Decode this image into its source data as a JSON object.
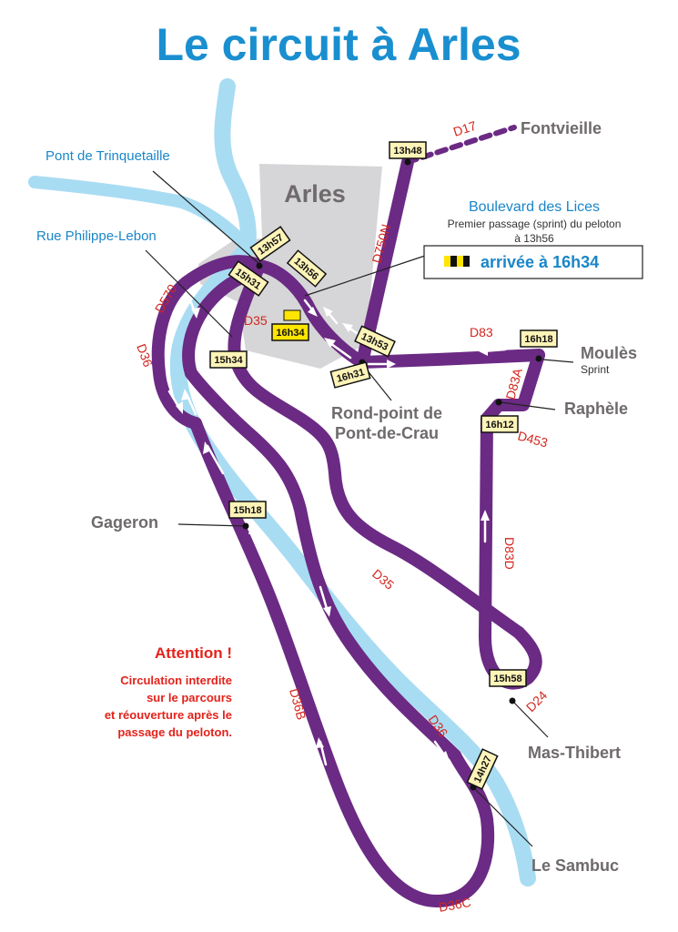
{
  "title": "Le circuit à Arles",
  "city": "Arles",
  "places": {
    "fontvieille": "Fontvieille",
    "moules": "Moulès",
    "moules_sub": "Sprint",
    "raphele": "Raphèle",
    "rond_point_line1": "Rond-point de",
    "rond_point_line2": "Pont-de-Crau",
    "gageron": "Gageron",
    "mas_thibert": "Mas-Thibert",
    "le_sambuc": "Le Sambuc",
    "pont_trinquetaille": "Pont de Trinquetaille",
    "rue_philippe_lebon": "Rue Philippe-Lebon"
  },
  "boulevard": {
    "title": "Boulevard des Lices",
    "line1": "Premier passage (sprint) du peloton",
    "line2": "à 13h56",
    "finish": "arrivée à 16h34"
  },
  "roads": {
    "d17": "D17",
    "d750n": "D750N",
    "d83": "D83",
    "d83a": "D83A",
    "d453": "D453",
    "d83d": "D83D",
    "d35_a": "D35",
    "d35_b": "D35",
    "d570": "D570",
    "d36_a": "D36",
    "d36_b": "D36",
    "d36b": "D36B",
    "d36c": "D36C",
    "d24": "D24"
  },
  "times": {
    "t1348": "13h48",
    "t1357": "13h57",
    "t1531": "15h31",
    "t1356": "13h56",
    "t1634": "16h34",
    "t1353": "13h53",
    "t1631": "16h31",
    "t1534": "15h34",
    "t1618": "16h18",
    "t1612": "16h12",
    "t1518": "15h18",
    "t1558": "15h58",
    "t1427": "14h27"
  },
  "attention": {
    "title": "Attention !",
    "line1": "Circulation interdite",
    "line2": "sur le parcours",
    "line3": "et réouverture après le",
    "line4": "passage du peloton."
  },
  "colors": {
    "route": "#6b2a84",
    "river": "#a8dcf2",
    "city_area": "#d6d5d7",
    "title": "#1a8fd0",
    "road_label": "#d4261f",
    "time_box": "#fff4b8",
    "finish_box": "#ffe500"
  }
}
